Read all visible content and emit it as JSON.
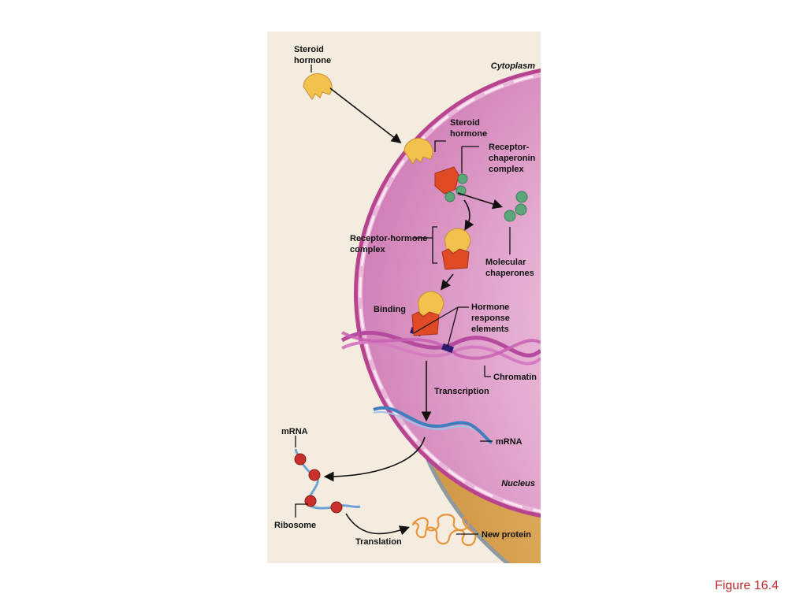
{
  "labels": {
    "steroid_outside": [
      "Steroid",
      "hormone"
    ],
    "cytoplasm": "Cytoplasm",
    "steroid_inside": [
      "Steroid",
      "hormone"
    ],
    "receptor_chaperonin": [
      "Receptor-",
      "chaperonin",
      "complex"
    ],
    "receptor_hormone": [
      "Receptor-hormone",
      "complex"
    ],
    "molecular_chaperones": [
      "Molecular",
      "chaperones"
    ],
    "binding": "Binding",
    "hormone_response": [
      "Hormone",
      "response",
      "elements"
    ],
    "chromatin": "Chromatin",
    "transcription": "Transcription",
    "mrna_left": "mRNA",
    "mrna_right": "mRNA",
    "nucleus": "Nucleus",
    "ribosome": "Ribosome",
    "translation": "Translation",
    "new_protein": "New protein"
  },
  "caption": "Figure 16.4",
  "colors": {
    "cytoplasm": "#d9a04a",
    "nucleus": "#d98cbe",
    "membrane": "#8f9aa0",
    "hormone": "#f2c14e",
    "receptor": "#e04a25",
    "chaperone": "#5aa77a",
    "mrna": "#3f7fbf",
    "ribosome": "#c8302a",
    "protein": "#e8953a",
    "caption": "#c0272d"
  }
}
